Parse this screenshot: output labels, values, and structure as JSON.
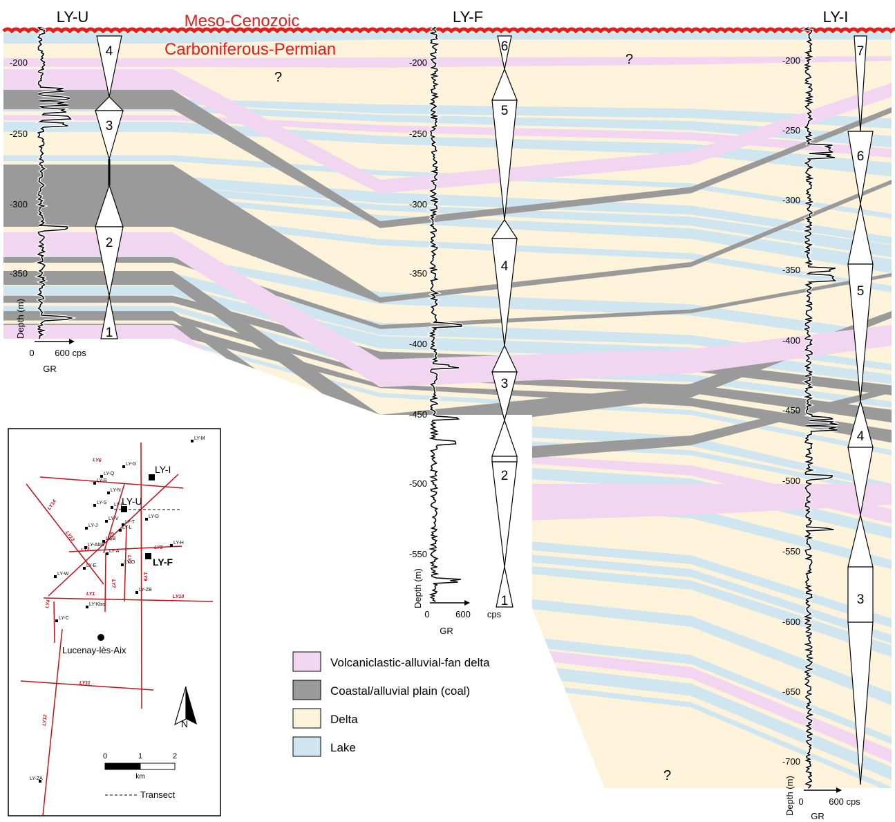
{
  "colors": {
    "volcaniclastic": "#f2d6f1",
    "coal": "#9a9a9a",
    "delta": "#fdf2da",
    "lake": "#cfe6f0",
    "unconformity": "#e11d1d",
    "map_lines": "#c0111a"
  },
  "unconformity": {
    "upper_label": "Meso-Cenozoic",
    "lower_label": "Carboniferous-Permian"
  },
  "question_mark": "?",
  "wells": [
    {
      "name": "LY-U",
      "depth_ticks": [
        "-200",
        "-250",
        "-300",
        "-350"
      ],
      "depth_axis_label": "Depth (m)",
      "gr_scale_min": "0",
      "gr_scale_max": "600 cps",
      "gr_label": "GR",
      "sequences": [
        "4",
        "3",
        "2",
        "1"
      ]
    },
    {
      "name": "LY-F",
      "depth_ticks": [
        "-200",
        "-250",
        "-300",
        "-350",
        "-400",
        "-450",
        "-500",
        "-550"
      ],
      "depth_axis_label": "Depth (m)",
      "gr_scale_min": "0",
      "gr_scale_mid": "600",
      "gr_scale_unit": "cps",
      "gr_label": "GR",
      "sequences": [
        "6",
        "5",
        "4",
        "3",
        "2",
        "1"
      ]
    },
    {
      "name": "LY-I",
      "depth_ticks": [
        "-200",
        "-250",
        "-300",
        "-350",
        "-400",
        "-450",
        "-500",
        "-550",
        "-600",
        "-650",
        "-700"
      ],
      "depth_axis_label": "Depth (m)",
      "gr_scale_min": "0",
      "gr_scale_max": "600 cps",
      "gr_label": "GR",
      "sequences": [
        "7",
        "6",
        "5",
        "4",
        "3"
      ]
    }
  ],
  "legend": [
    {
      "key": "volcaniclastic",
      "label": "Volcaniclastic-alluvial-fan delta"
    },
    {
      "key": "coal",
      "label": "Coastal/alluvial plain (coal)"
    },
    {
      "key": "delta",
      "label": "Delta"
    },
    {
      "key": "lake",
      "label": "Lake"
    }
  ],
  "map": {
    "wells": [
      "LY-M",
      "LY-G",
      "LY-Q",
      "LY-R",
      "LY-N",
      "LY-S",
      "LY-P",
      "LY-J",
      "LY-V",
      "LY-L",
      "LY-T",
      "LY-D",
      "LY-B",
      "LY-Abis",
      "LY-A",
      "LY-H",
      "LY-E",
      "LY-O",
      "LY-W",
      "LY-ZB",
      "LY-Kbis",
      "LY-C",
      "LY-ZA"
    ],
    "big_wells": [
      "LY-I",
      "LY-U",
      "LY-F"
    ],
    "seismic_lines": [
      "LY6",
      "LY14",
      "LY13",
      "LY3",
      "LY5",
      "LY8",
      "LY7",
      "LY2",
      "LY9",
      "LY1",
      "LY10",
      "LY4",
      "LY11",
      "LY12"
    ],
    "town": "Lucenay-lès-Aix",
    "north": "N",
    "scale_ticks": [
      "0",
      "1",
      "2"
    ],
    "scale_unit": "km",
    "transect_label": "Transect"
  }
}
